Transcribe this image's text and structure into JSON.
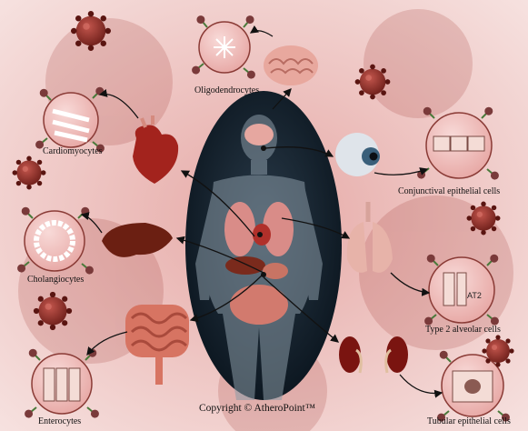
{
  "labels": {
    "oligodendrocytes": "Oligodendrocytes",
    "cardiomyocytes": "Cardiomyocytes",
    "conjunctival": "Conjunctival epithelial cells",
    "cholangiocytes": "Cholangiocytes",
    "type2_alveolar": "Type 2 alveolar cells",
    "enterocytes": "Enterocytes",
    "tubular": "Tubular epithelial cells",
    "at2_tag": "AT2"
  },
  "copyright": "Copyright © AtheroPoint™",
  "colors": {
    "background": "#f2d4d2",
    "virus": "#8e2b25",
    "cell_fill": "#efc2c0",
    "body_oval": "#0f1b26",
    "arrow": "#111111"
  }
}
